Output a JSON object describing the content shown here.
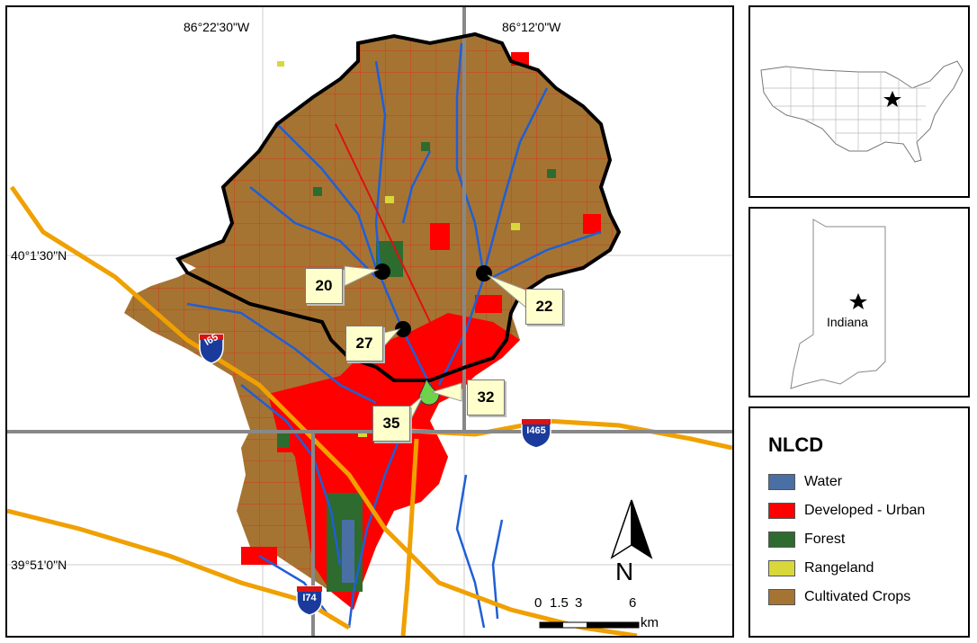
{
  "map": {
    "lon_labels": [
      "86°22'30\"W",
      "86°12'0\"W"
    ],
    "lat_labels": [
      "40°1'30\"N",
      "39°51'0\"N"
    ],
    "sites": [
      "20",
      "22",
      "27",
      "32",
      "35"
    ],
    "highways": [
      "I65",
      "I465",
      "I74"
    ],
    "north_label": "N",
    "scale": {
      "ticks": [
        "0",
        "1.5",
        "3",
        "6"
      ],
      "unit": "km"
    }
  },
  "inset_indiana": {
    "label": "Indiana"
  },
  "legend": {
    "title": "NLCD",
    "items": [
      {
        "label": "Water",
        "color": "#4a6fa5"
      },
      {
        "label": "Developed - Urban",
        "color": "#ff0000"
      },
      {
        "label": "Forest",
        "color": "#2e6b2e"
      },
      {
        "label": "Rangeland",
        "color": "#d8d83a"
      },
      {
        "label": "Cultivated Crops",
        "color": "#a57433"
      }
    ]
  }
}
